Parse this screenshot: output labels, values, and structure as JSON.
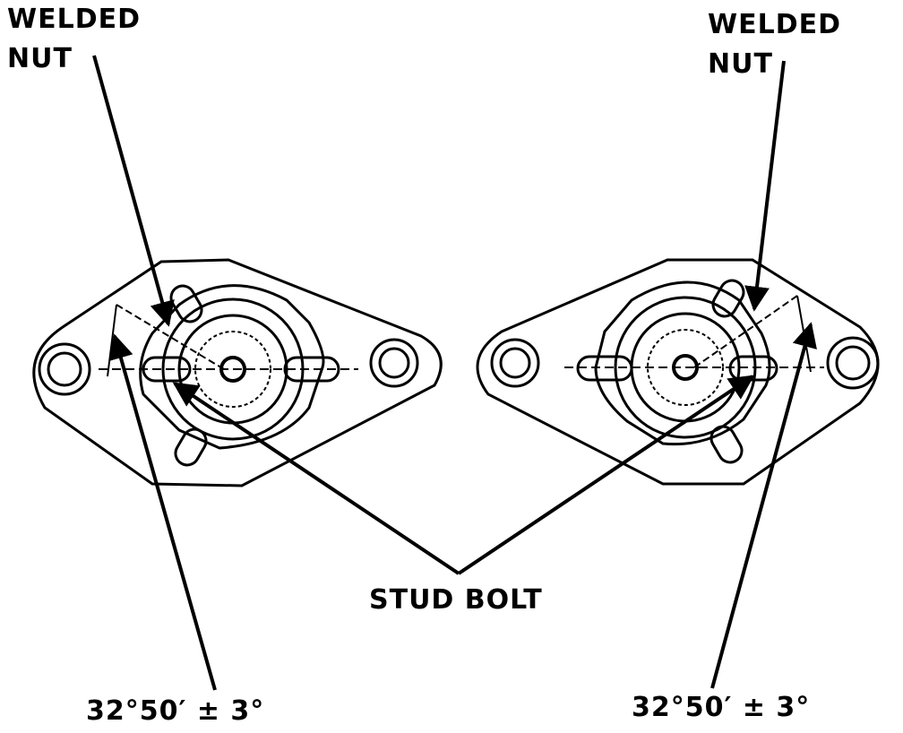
{
  "labels": {
    "welded_nut_left": [
      "WELDED",
      "NUT"
    ],
    "welded_nut_right": [
      "WELDED",
      "NUT"
    ],
    "stud_bolt": "STUD BOLT",
    "angle_left": "32°50′ ± 3°",
    "angle_right": "32°50′ ± 3°"
  }
}
